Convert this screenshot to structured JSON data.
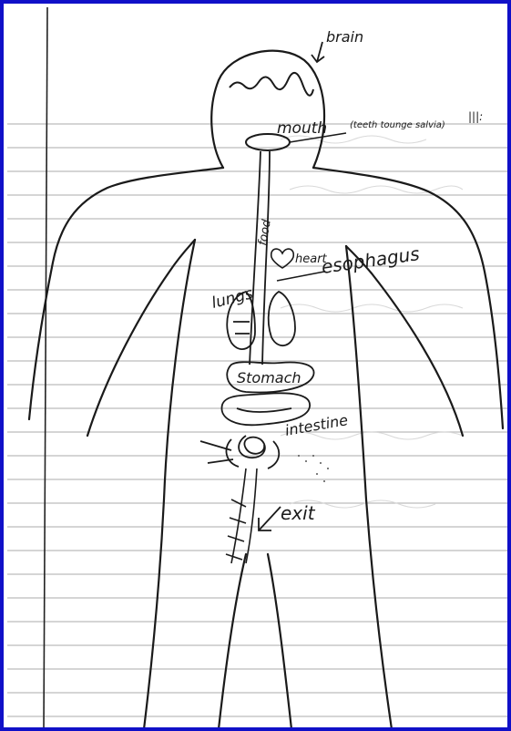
{
  "labels": {
    "brain": "brain",
    "mouth": "mouth",
    "mouth_note": "(teeth tounge salvia)",
    "mouth_note_tail": "|||:",
    "food": "food",
    "heart": "heart",
    "esophagus": "esophagus",
    "lungs": "lungs",
    "stomach": "Stomach",
    "intestine": "intestine",
    "exit": "exit"
  },
  "colors": {
    "frame_border": "#1010c8",
    "ink": "#1a1a1a",
    "ruled_line": "#bcbcbc",
    "margin_line": "#222222"
  }
}
